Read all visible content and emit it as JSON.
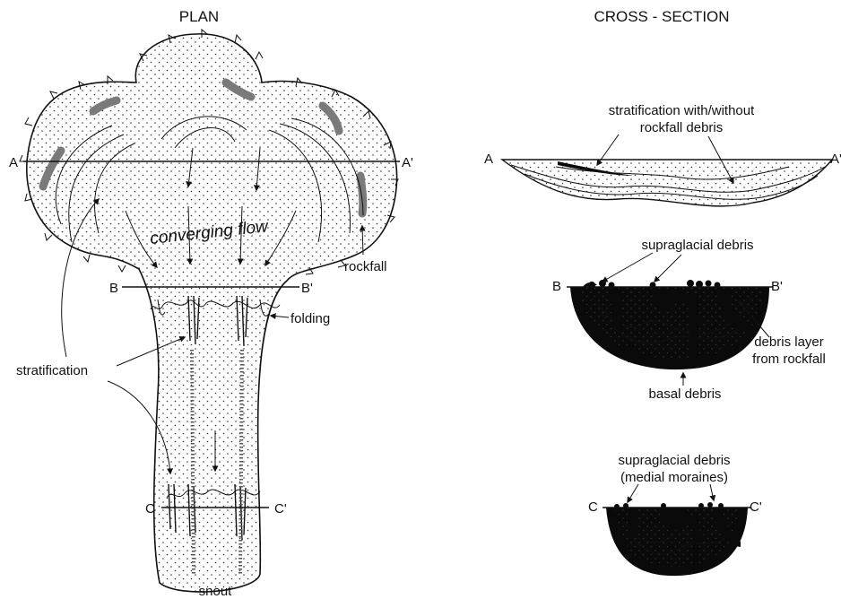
{
  "titles": {
    "plan": "PLAN",
    "cross_section": "CROSS - SECTION"
  },
  "plan_labels": {
    "a": "A",
    "a_prime": "A'",
    "b": "B",
    "b_prime": "B'",
    "c": "C",
    "c_prime": "C'",
    "converging_flow": "converging flow",
    "rockfall": "rockfall",
    "folding": "folding",
    "stratification": "stratification",
    "snout": "snout"
  },
  "section_labels": {
    "a": "A",
    "a_prime": "A'",
    "b": "B",
    "b_prime": "B'",
    "c": "C",
    "c_prime": "C'",
    "strat_line1": "stratification with/without",
    "strat_line2": "rockfall debris",
    "supraglacial": "supraglacial debris",
    "debris_layer_line1": "debris layer",
    "debris_layer_line2": "from rockfall",
    "basal": "basal debris",
    "medial_line1": "supraglacial debris",
    "medial_line2": "(medial moraines)"
  },
  "colors": {
    "ink": "#111111",
    "rockfall_band": "#7a7a7a",
    "ice": "#ffffff"
  }
}
